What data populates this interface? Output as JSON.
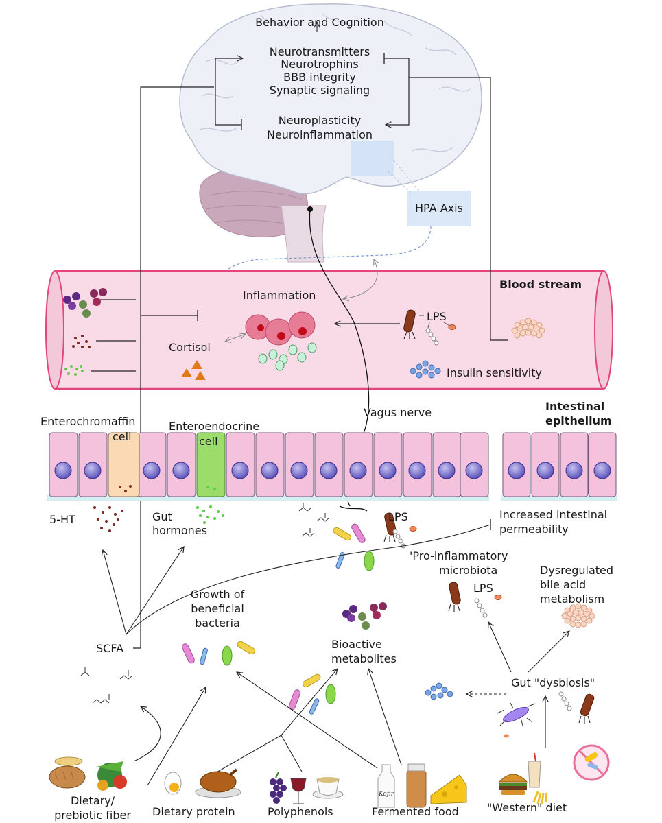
{
  "brain": {
    "behavior": "Behavior and Cognition",
    "functions": [
      "Neurotransmitters",
      "Neurotrophins",
      "BBB integrity",
      "Synaptic signaling"
    ],
    "plasticity": [
      "Neuroplasticity",
      "Neuroinflammation"
    ],
    "hpa": "HPA Axis"
  },
  "blood": {
    "title": "Blood stream",
    "inflammation": "Inflammation",
    "lps": "LPS",
    "cortisol": "Cortisol",
    "insulin": "Insulin sensitivity"
  },
  "gut": {
    "vagus": "Vagus nerve",
    "epithelium": [
      "Intestinal",
      "epithelium"
    ],
    "enterochromaffin": "Enterochromaffin",
    "enteroendocrine": "Enteroendocrine",
    "cell": "cell",
    "serotonin": "5-HT",
    "gut_hormones": [
      "Gut",
      "hormones"
    ],
    "lps": "LPS",
    "permeability": [
      "Increased intestinal",
      "permeability"
    ]
  },
  "middle": {
    "pro_inflammatory": [
      "'Pro-inflammatory",
      "microbiota"
    ],
    "lps": "LPS",
    "bile_acid": [
      "Dysregulated",
      "bile acid",
      "metabolism"
    ],
    "growth": [
      "Growth of",
      "beneficial",
      "bacteria"
    ],
    "bioactive": [
      "Bioactive",
      "metabolites"
    ],
    "scfa": "SCFA",
    "dysbiosis": "Gut \"dysbiosis\""
  },
  "diet": {
    "fiber": [
      "Dietary/",
      "prebiotic fiber"
    ],
    "protein": "Dietary protein",
    "polyphenols": "Polyphenols",
    "fermented": "Fermented food",
    "western": "\"Western\" diet",
    "kefir": "Kefir"
  },
  "colors": {
    "brain_fill": "#eef0f8",
    "brain_stroke": "#b8bcd0",
    "cerebellum": "#c9a8bb",
    "vessel": "#f8dbe6",
    "vessel_edge": "#e2467a",
    "cell_pink": "#f4c2dc",
    "nucleus": "#7068c6",
    "enterochromaffin": "#fbd9b5",
    "enteroendocrine": "#9bdc6b",
    "hpa_box": "#dbe8f8"
  }
}
